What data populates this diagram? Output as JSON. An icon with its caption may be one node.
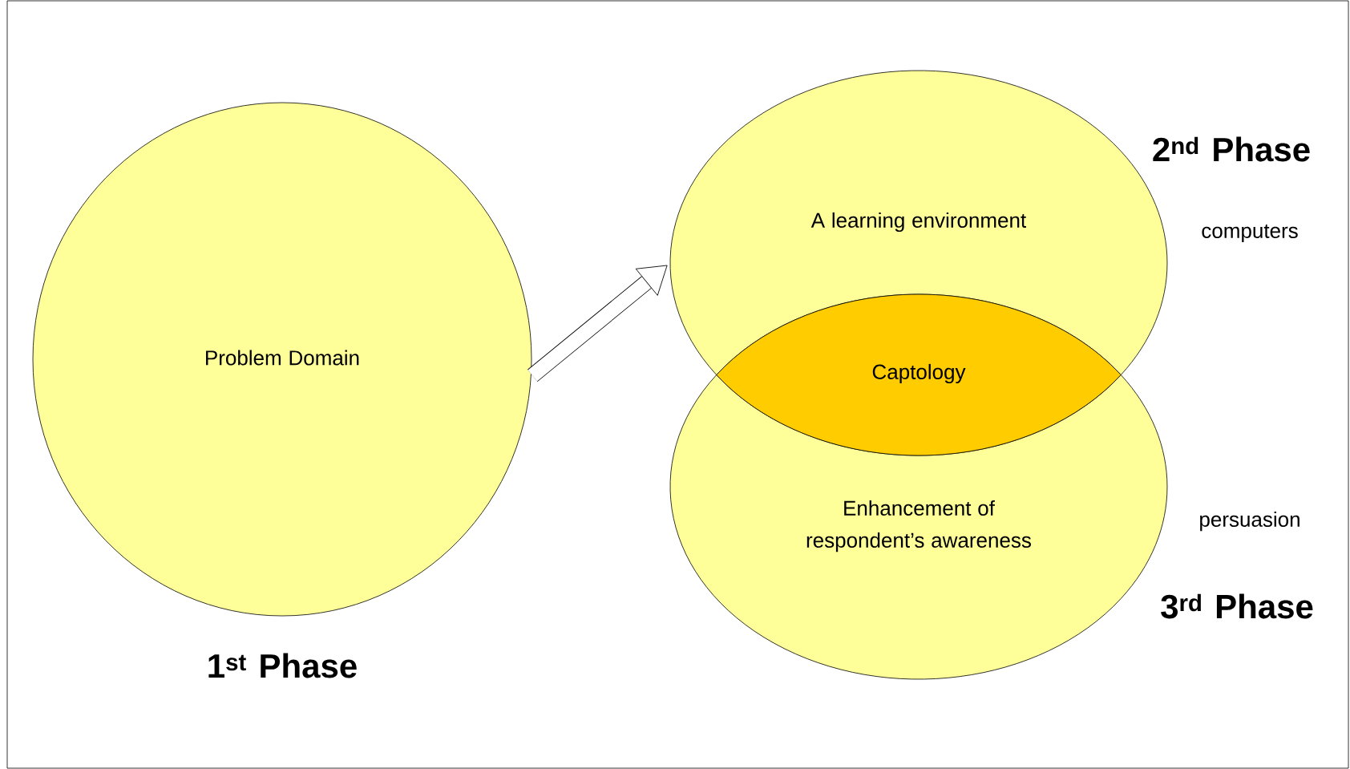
{
  "diagram": {
    "nodes": [
      {
        "text": [
          "Problem Domain"
        ],
        "beside": [
          "1$^{st}$ Phase"
        ]
      },
      {
        "text": [
          "A learning environment"
        ],
        "beside": [
          "2$^{nd}$ Phase",
          "computers"
        ]
      },
      {
        "text": [
          "Enhancement of respondent’s awareness"
        ],
        "beside": [
          "persuasion",
          "3$^{rd}$ Phase"
        ]
      },
      {
        "text": [
          "Captology"
        ]
      }
    ],
    "edges": [
      {
        "from": 0,
        "to": 1,
        "arrow": "to"
      }
    ]
  }
}
